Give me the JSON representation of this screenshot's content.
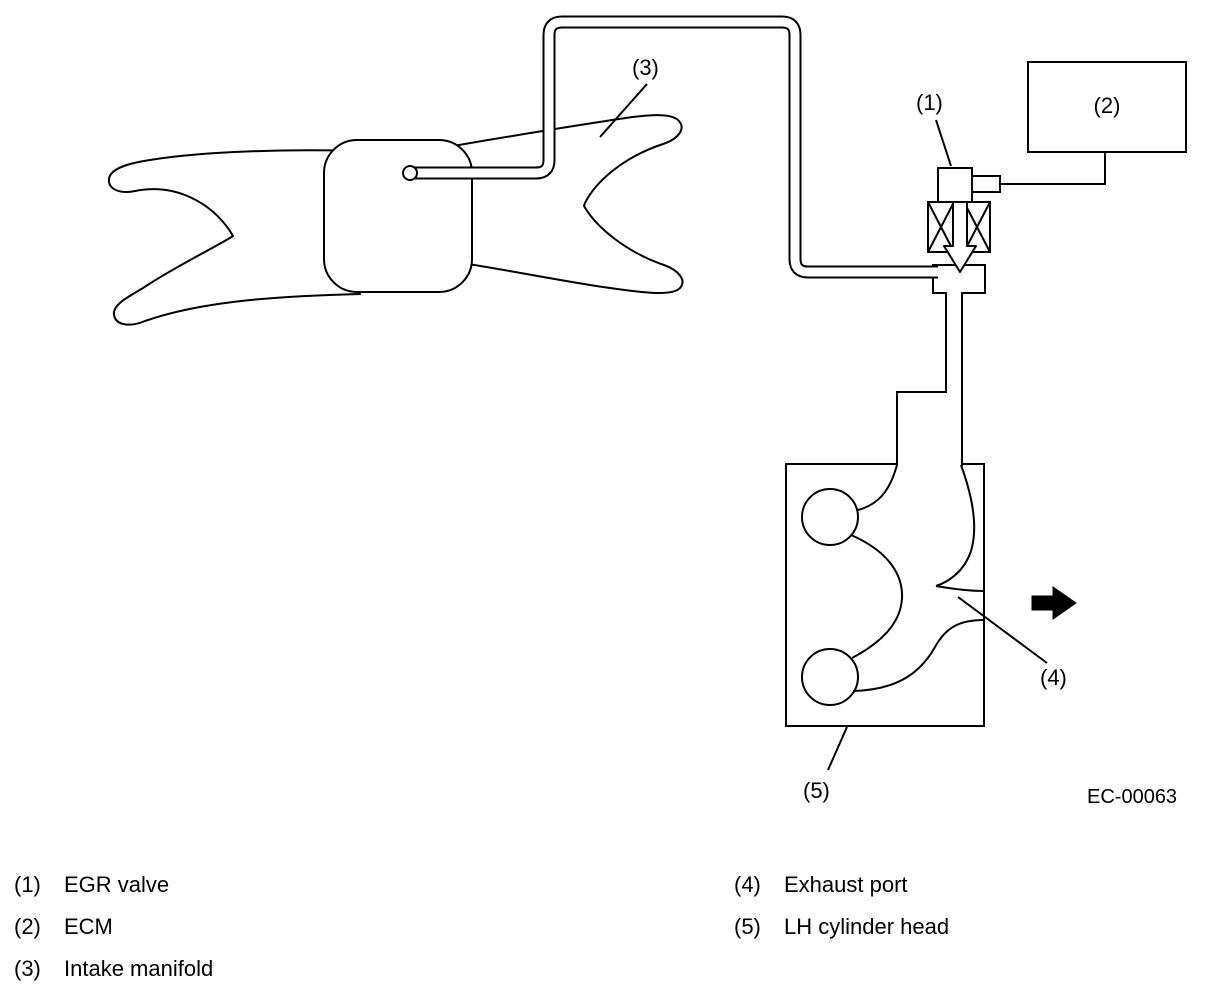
{
  "diagram": {
    "code": "EC-00063",
    "callouts": {
      "c1": "(1)",
      "c2": "(2)",
      "c3": "(3)",
      "c4": "(4)",
      "c5": "(5)"
    },
    "colors": {
      "line": "#000000",
      "fill": "#ffffff"
    }
  },
  "legend": {
    "left": [
      {
        "num": "(1)",
        "label": "EGR valve"
      },
      {
        "num": "(2)",
        "label": "ECM"
      },
      {
        "num": "(3)",
        "label": "Intake manifold"
      }
    ],
    "right": [
      {
        "num": "(4)",
        "label": "Exhaust port"
      },
      {
        "num": "(5)",
        "label": "LH cylinder head"
      }
    ]
  }
}
